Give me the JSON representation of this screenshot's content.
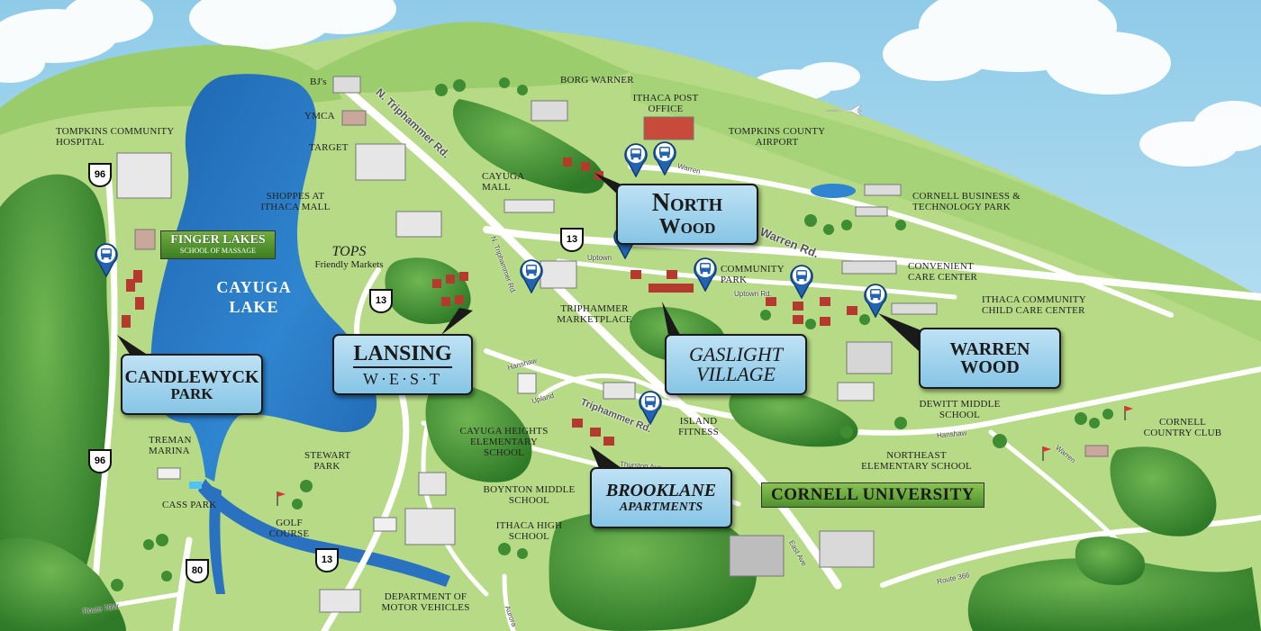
{
  "colors": {
    "sky": "#bfe3f3",
    "land": "#b9dc8a",
    "hill": "#94c766",
    "lake": "#2b76c3",
    "callout_fill": "#9fd3ee",
    "road": "#ffffff",
    "tree": "#3f8d33",
    "bus_pin": "#2463b0",
    "cornell_red": "#b11b1b"
  },
  "lake": {
    "label_line1": "Cayuga",
    "label_line2": "Lake"
  },
  "callouts": {
    "northwood": {
      "line1": "North",
      "line2": "Wood"
    },
    "lansing_west": {
      "line1": "Lansing",
      "line2": "W·E·S·T"
    },
    "candlewyck": {
      "line1": "Candlewyck",
      "line2": "Park"
    },
    "gaslight": {
      "line1": "Gaslight",
      "line2": "Village"
    },
    "warrenwood": {
      "line1": "Warren",
      "line2": "Wood"
    },
    "brooklane": {
      "line1": "Brooklane",
      "line2": "Apartments"
    }
  },
  "banners": {
    "finger_lakes": {
      "line1": "Finger Lakes",
      "line2": "School of Massage"
    },
    "cornell": {
      "text": "Cornell University"
    }
  },
  "landmarks": {
    "bjs": "BJ's",
    "ymca": "YMCA",
    "target": "Target",
    "shoppes": "Shoppes at Ithaca Mall",
    "tops_name": "Tops",
    "tops_sub": "Friendly Markets",
    "hospital": "Tompkins Community Hospital",
    "borg_warner": "Borg Warner",
    "post_office": "Ithaca Post Office",
    "airport": "Tompkins County Airport",
    "cayuga_mall": "Cayuga Mall",
    "business_park": "Cornell Business & Technology Park",
    "convenient_care": "Convenient Care Center",
    "child_care": "Ithaca Community Child Care Center",
    "community_park": "Community Park",
    "triphammer_marketplace": "Triphammer Marketplace",
    "dewitt": "Dewitt Middle School",
    "island_fitness": "Island Fitness",
    "cayuga_heights": "Cayuga Heights Elementary School",
    "country_club": "Cornell Country Club",
    "northeast_school": "Northeast Elementary School",
    "treman_marina": "Treman Marina",
    "stewart_park": "Stewart Park",
    "cass_park": "Cass Park",
    "golf_course": "Golf Course",
    "boynton": "Boynton Middle School",
    "ithaca_high": "Ithaca High School",
    "dmv": "Department of Motor Vehicles"
  },
  "roads": {
    "n_triphammer": "N. Triphammer Rd.",
    "n_triphammer_small": "N. Triphammer Rd.",
    "warren_rd": "Warren Rd.",
    "warren_small": "Warren",
    "warren_small2": "Warren",
    "uptown": "Uptown",
    "uptown_rd": "Uptown Rd.",
    "hanshaw": "Hanshaw",
    "hanshaw2": "Hanshaw",
    "upland": "Upland",
    "triphammer_rd": "Triphammer Rd.",
    "thurston": "Thurston Ave",
    "east_ave": "East Ave",
    "route_366": "Route 366",
    "route_79w": "Route 79W",
    "aurora": "Aurora"
  },
  "shields": {
    "r96a": "96",
    "r96b": "96",
    "r13a": "13",
    "r13b": "13",
    "r13c": "13",
    "r80": "80"
  },
  "icons": {
    "bus_stop": "bus-stop-icon",
    "airplane": "airplane-icon",
    "golf_flag": "golf-flag-icon",
    "tree": "tree-icon",
    "building": "building-icon"
  }
}
